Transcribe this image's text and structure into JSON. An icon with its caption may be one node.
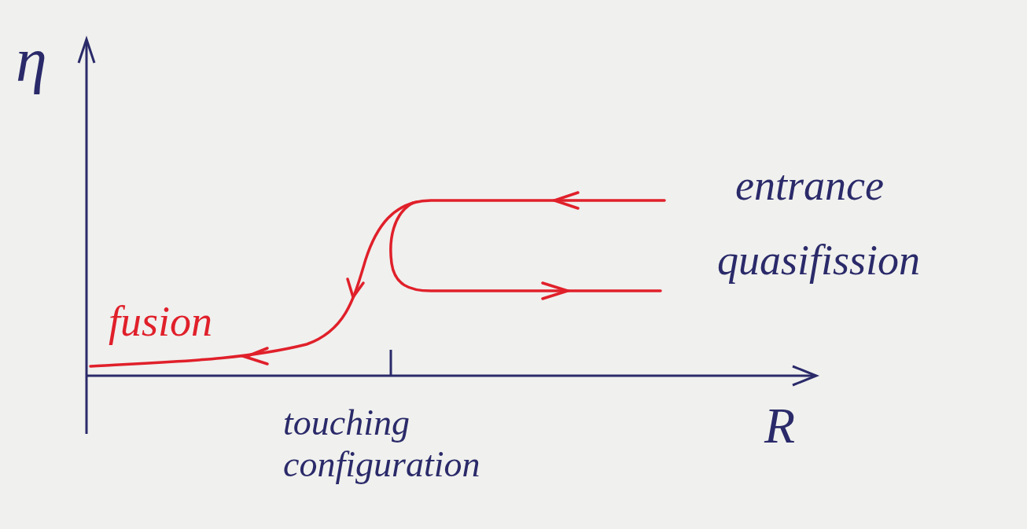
{
  "diagram": {
    "labels": [
      "η",
      "entrance",
      "quasifission",
      "fusion",
      "R",
      "touching configuration"
    ]
  }
}
